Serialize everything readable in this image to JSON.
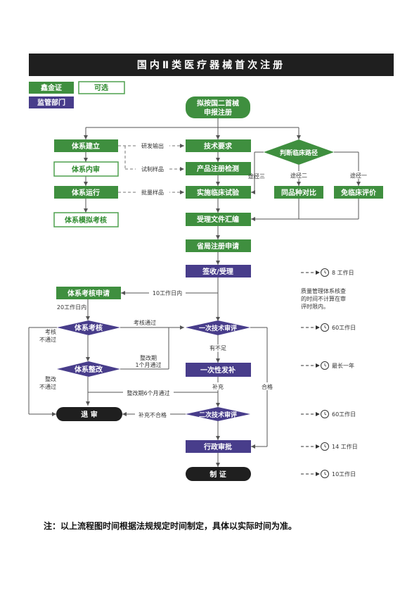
{
  "title": "国内Ⅱ类医疗器械首次注册",
  "colors": {
    "green": "#3f8f3f",
    "green_light_border": "#4ea04e",
    "purple": "#483d8b",
    "black": "#1f1f1f"
  },
  "legend": {
    "xinjin": "鑫金证",
    "optional": "可选",
    "regulator": "监管部门"
  },
  "nodes": {
    "start": "拟按国二首械申报注册",
    "sys_build": "体系建立",
    "tech_req": "技术要求",
    "judge": "判断临床路径",
    "sys_audit": "体系内审",
    "reg_test": "产品注册检测",
    "sys_run": "体系运行",
    "clinical": "实施临床试验",
    "same_compare": "同品种对比",
    "exempt": "免临床评价",
    "sys_mock": "体系模拟考核",
    "doc_compile": "受理文件汇编",
    "prov_apply": "省局注册申请",
    "receive": "签收/受理",
    "sys_apply": "体系考核申请",
    "sys_check": "体系考核",
    "first_review": "一次技术审评",
    "rectify": "体系整改",
    "supplement": "一次性发补",
    "reject": "退 审",
    "second_review": "二次技术审评",
    "admin_approve": "行政审批",
    "certify": "制 证"
  },
  "labels": {
    "dev_output": "研发输出",
    "trial_sample": "试制样品",
    "batch_sample": "批量样品",
    "path3": "途径三",
    "path2": "途径二",
    "path1": "途径一",
    "ten_days": "10工作日内",
    "twenty_days": "20工作日内",
    "audit_pass": "考核通过",
    "audit_fail_1": "考核",
    "audit_fail_2": "不通过",
    "insufficient": "有不足",
    "rect_1": "整改期",
    "rect_2": "1个月通过",
    "rect_fail_1": "整改",
    "rect_fail_2": "不通过",
    "rect_6m": "整改期6个月通过",
    "supp": "补充",
    "qualified": "合格",
    "supp_fail": "补充不合格"
  },
  "timeline": {
    "t1": "8 工作日",
    "note_1": "质量管理体系核查",
    "note_2": "的时间不计算在审",
    "note_3": "评时限内。",
    "t2": "60工作日",
    "t3": "最长一年",
    "t4": "60工作日",
    "t5": "14 工作日",
    "t6": "10工作日"
  },
  "footnote": "注：以上流程图时间根据法规规定时间制定，具体以实际时间为准。"
}
